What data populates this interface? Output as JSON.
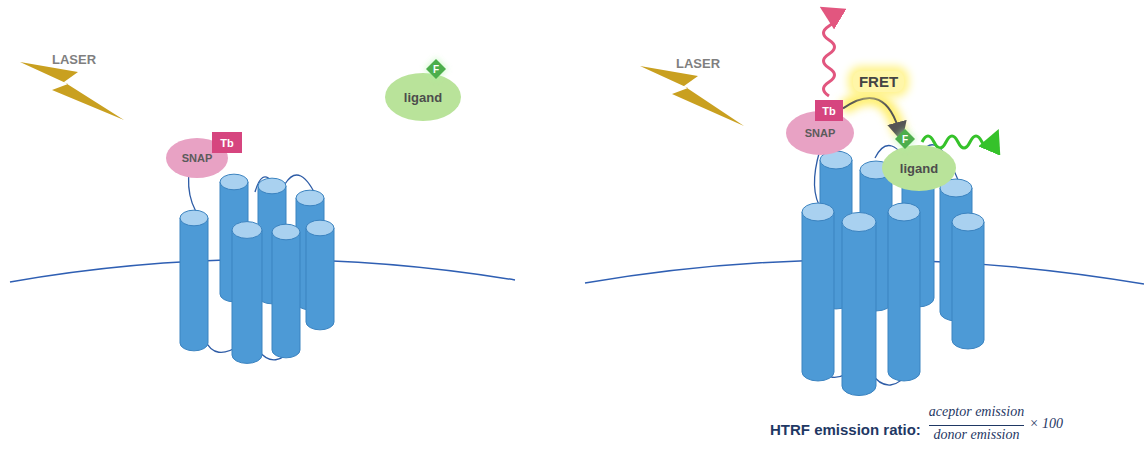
{
  "diagram": {
    "nodes": [
      {
        "text": [
          "SNAP"
        ]
      },
      {
        "text": [
          "Tb"
        ]
      },
      {
        "text": [
          "ligand"
        ]
      },
      {
        "text": [
          "F"
        ]
      },
      {
        "text": [
          "SNAP"
        ]
      },
      {
        "text": [
          "Tb"
        ]
      },
      {
        "text": [
          "ligand"
        ]
      },
      {
        "text": [
          "F"
        ]
      }
    ],
    "edges": [
      {
        "from": 5,
        "to": 7,
        "label": "FRET",
        "arrow": "to"
      }
    ],
    "labels": [
      "LASER",
      "LASER",
      "HTRF emission ratio:",
      "aceptor emission",
      "donor emission",
      "× 100"
    ]
  }
}
